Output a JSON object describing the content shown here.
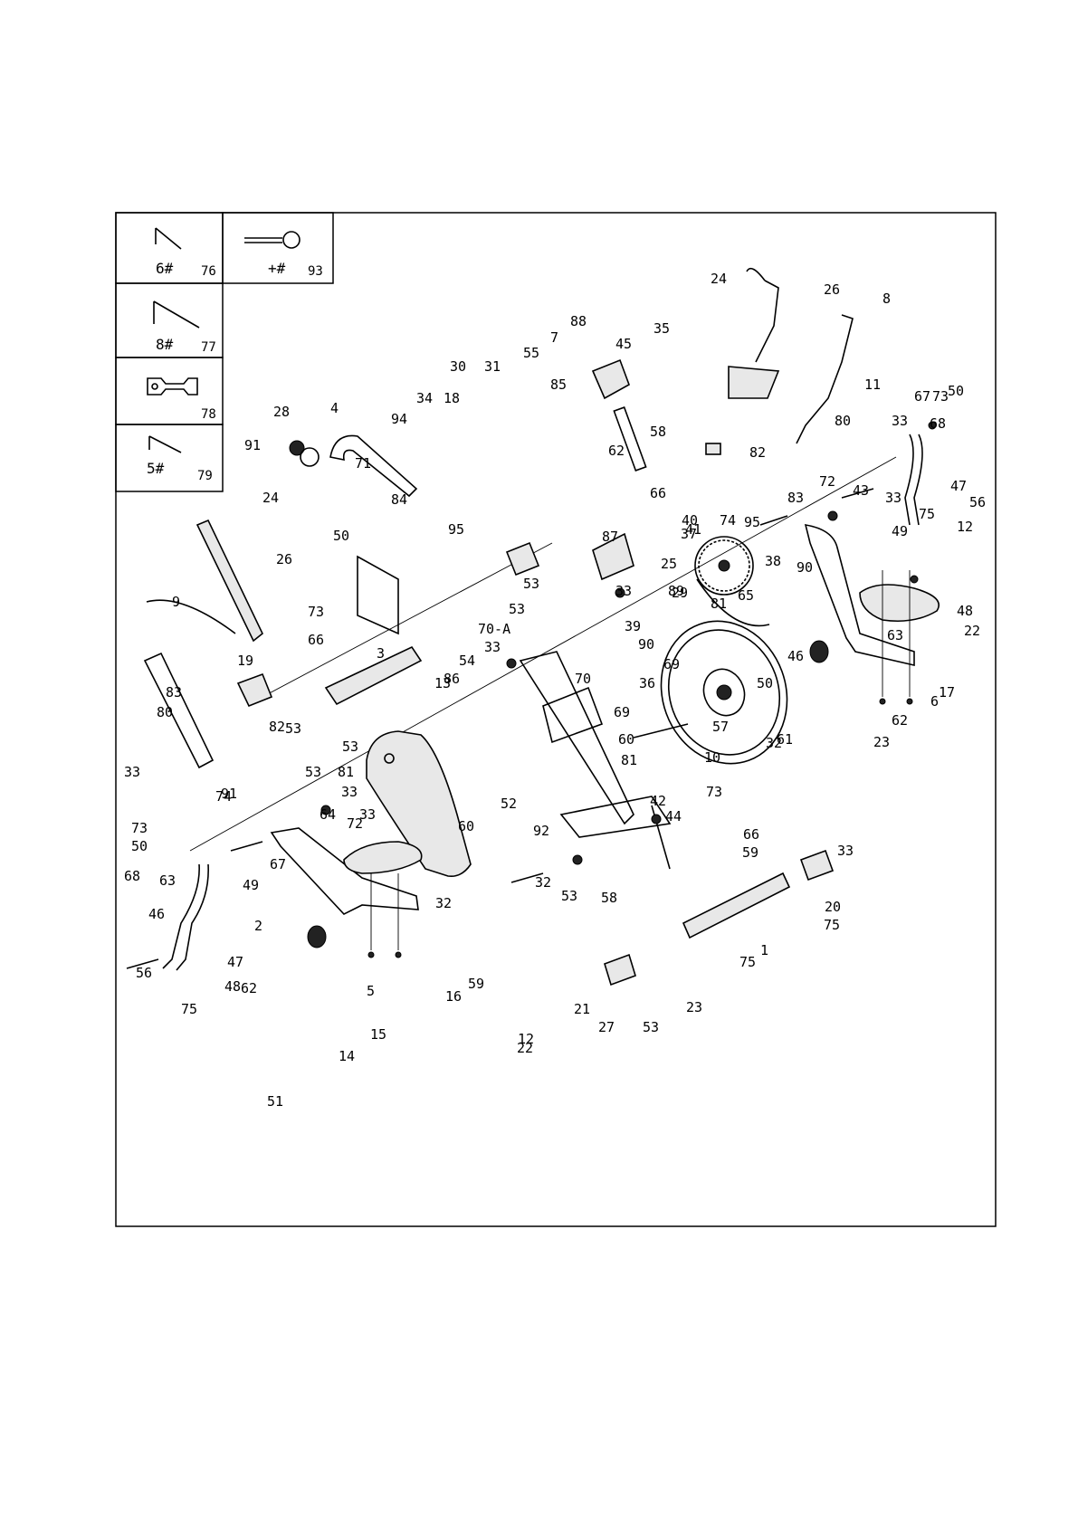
{
  "tools": [
    {
      "size": "6#",
      "num": "76"
    },
    {
      "size": "+#",
      "num": "93"
    },
    {
      "size": "8#",
      "num": "77"
    },
    {
      "size": "",
      "num": "78"
    },
    {
      "size": "5#",
      "num": "79"
    }
  ],
  "callouts": [
    "24",
    "26",
    "8",
    "88",
    "35",
    "7",
    "45",
    "55",
    "31",
    "30",
    "34",
    "85",
    "58",
    "18",
    "94",
    "4",
    "28",
    "91",
    "71",
    "84",
    "24",
    "11",
    "73",
    "50",
    "67",
    "33",
    "68",
    "80",
    "82",
    "83",
    "72",
    "47",
    "56",
    "43",
    "75",
    "33",
    "12",
    "41",
    "74",
    "95",
    "37",
    "40",
    "49",
    "50",
    "95",
    "87",
    "53",
    "73",
    "66",
    "26",
    "9",
    "53",
    "70-A",
    "25",
    "89",
    "33",
    "90",
    "39",
    "38",
    "90",
    "65",
    "81",
    "29",
    "48",
    "22",
    "3",
    "19",
    "53",
    "33",
    "54",
    "70",
    "13",
    "86",
    "63",
    "46",
    "62",
    "23",
    "6",
    "17",
    "83",
    "80",
    "82",
    "36",
    "69",
    "69",
    "60",
    "57",
    "53",
    "81",
    "61",
    "10",
    "33",
    "74",
    "53",
    "33",
    "64",
    "72",
    "91",
    "52",
    "60",
    "81",
    "32",
    "42",
    "50",
    "73",
    "66",
    "59",
    "33",
    "44",
    "49",
    "33",
    "67",
    "73",
    "50",
    "68",
    "63",
    "58",
    "32",
    "92",
    "32",
    "53",
    "20",
    "75",
    "46",
    "2",
    "1",
    "75",
    "47",
    "56",
    "75",
    "48",
    "62",
    "5",
    "16",
    "59",
    "21",
    "53",
    "27",
    "23",
    "15",
    "22",
    "14",
    "12",
    "51",
    "62",
    "66"
  ]
}
